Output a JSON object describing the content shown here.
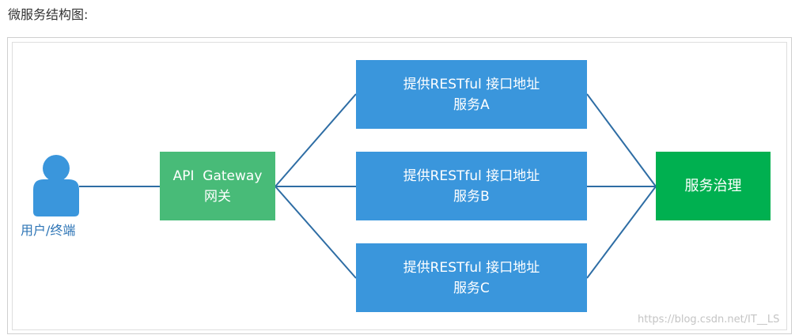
{
  "page_title": "微服务结构图:",
  "user": {
    "icon": "user-icon",
    "label": "用户/终端",
    "color": "#3a96dc"
  },
  "gateway": {
    "line1": "API  Gateway",
    "line2": "网关",
    "color": "#48bb78"
  },
  "services": [
    {
      "line1": "提供RESTful 接口地址",
      "line2": "服务A"
    },
    {
      "line1": "提供RESTful 接口地址",
      "line2": "服务B"
    },
    {
      "line1": "提供RESTful 接口地址",
      "line2": "服务C"
    }
  ],
  "service_color": "#3a96dc",
  "governance": {
    "label": "服务治理",
    "color": "#00b050"
  },
  "edge_color": "#2e6da4",
  "watermark": "https://blog.csdn.net/IT__LS"
}
